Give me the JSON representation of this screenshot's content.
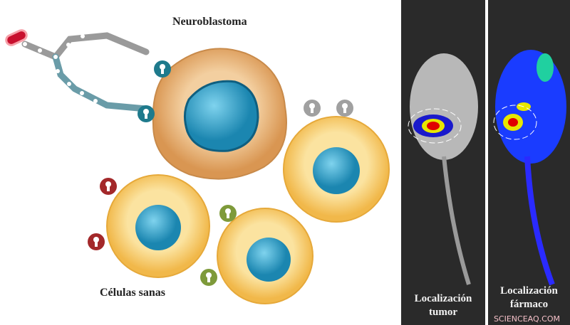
{
  "labels": {
    "neuroblastoma": "Neuroblastoma",
    "healthy_cells": "Células sanas"
  },
  "panels": [
    {
      "caption_line1": "Localización",
      "caption_line2": "tumor"
    },
    {
      "caption_line1": "Localización",
      "caption_line2": "fármaco"
    }
  ],
  "watermark": "SCIENCEAQ.COM",
  "colors": {
    "tumor_cell": "#e8b07a",
    "healthy_cell": "#f6cd6a",
    "nucleus": "#2a9fc4",
    "lock_teal": "#1e7a8c",
    "lock_grey": "#a0a0a0",
    "lock_red": "#a3282a",
    "lock_green": "#7e9a3a",
    "drug": "#c8102e"
  }
}
